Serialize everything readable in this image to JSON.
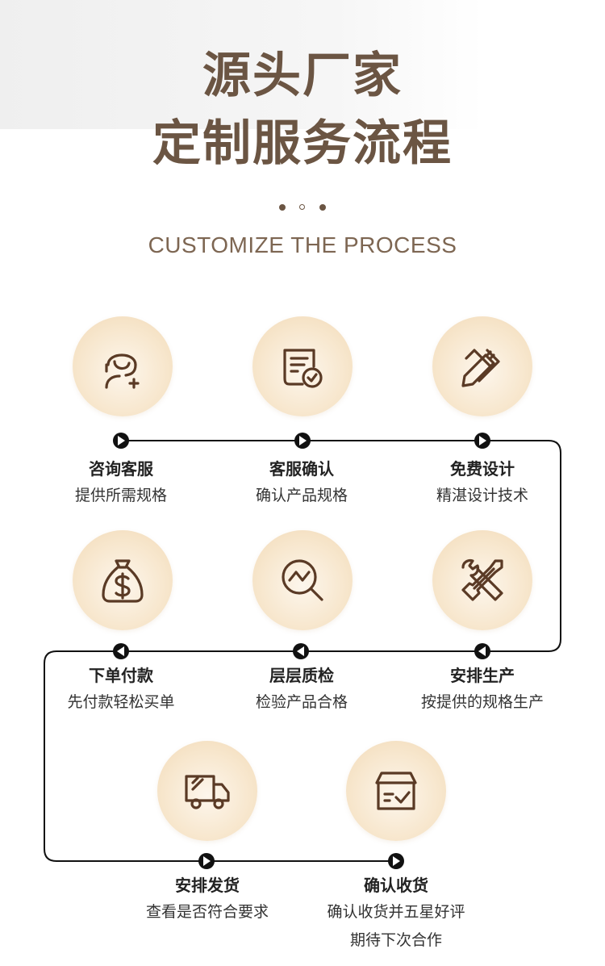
{
  "header": {
    "title_line1": "源头厂家",
    "title_line2": "定制服务流程",
    "subtitle": "CUSTOMIZE THE PROCESS"
  },
  "colors": {
    "brand_brown": "#6b5543",
    "icon_brown": "#5a3a25",
    "circle_light": "#fdf6ec",
    "circle_dark": "#f1d9b6",
    "line": "#111111"
  },
  "steps": [
    {
      "title": "咨询客服",
      "desc": "提供所需规格",
      "icon": "customer-service-icon"
    },
    {
      "title": "客服确认",
      "desc": "确认产品规格",
      "icon": "document-check-icon"
    },
    {
      "title": "免费设计",
      "desc": "精湛设计技术",
      "icon": "design-tools-icon"
    },
    {
      "title": "下单付款",
      "desc": "先付款轻松买单",
      "icon": "money-bag-icon"
    },
    {
      "title": "层层质检",
      "desc": "检验产品合格",
      "icon": "magnifier-trend-icon"
    },
    {
      "title": "安排生产",
      "desc": "按提供的规格生产",
      "icon": "wrench-screwdriver-icon"
    },
    {
      "title": "安排发货",
      "desc": "查看是否符合要求",
      "icon": "delivery-truck-icon"
    },
    {
      "title": "确认收货",
      "desc": "确认收货并五星好评",
      "desc2": "期待下次合作",
      "icon": "box-check-icon"
    }
  ]
}
